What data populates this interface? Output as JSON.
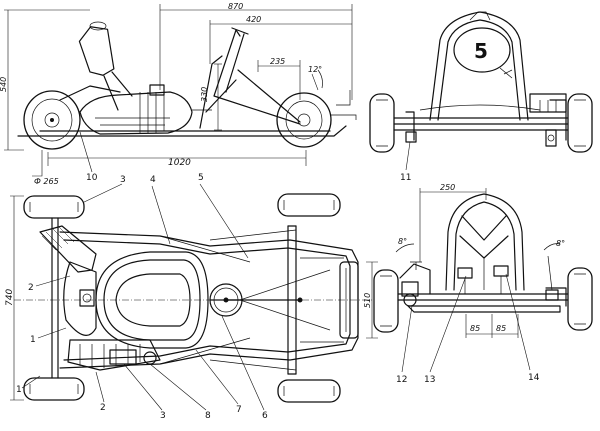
{
  "side_view": {
    "dim_870": "870",
    "dim_420": "420",
    "dim_235": "235",
    "angle_12": "12°",
    "dim_330": "330",
    "dim_height": "540",
    "dim_1020": "1020",
    "dim_wheel_diameter": "Ф 265",
    "callout_10": "10",
    "callout_3": "3"
  },
  "front_view": {
    "number_plate": "5",
    "callout_11": "11"
  },
  "top_view": {
    "dim_740": "740",
    "dim_510": "510",
    "callout_4": "4",
    "callout_5": "5",
    "callout_2": "2",
    "callout_1": "1",
    "callout_1b": "1",
    "callout_2b": "2",
    "callout_3b": "3",
    "callout_8": "8",
    "callout_7": "7",
    "callout_6": "6"
  },
  "rear_view": {
    "dim_250": "250",
    "angle_8": "8°",
    "angle_8b": "8°",
    "dim_85a": "85",
    "dim_85b": "85",
    "callout_12": "12",
    "callout_13": "13",
    "callout_14": "14"
  }
}
